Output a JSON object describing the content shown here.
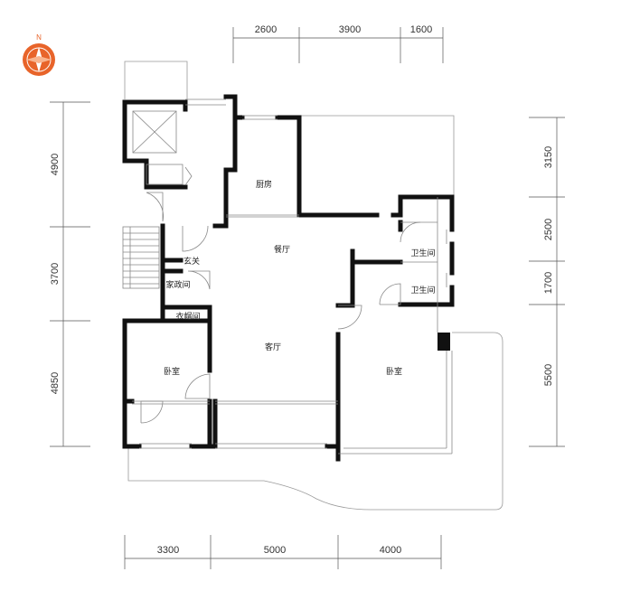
{
  "compass": {
    "label": "N",
    "color": "#e8642a"
  },
  "dimensions": {
    "top": [
      "2600",
      "3900",
      "1600"
    ],
    "bottom": [
      "3300",
      "5000",
      "4000"
    ],
    "left": [
      "4900",
      "3700",
      "4850"
    ],
    "right": [
      "3150",
      "2500",
      "1700",
      "5500"
    ]
  },
  "rooms": {
    "kitchen": "厨房",
    "dining": "餐厅",
    "entrance": "玄关",
    "utility": "家政间",
    "cloakroom": "衣帽间",
    "living": "客厅",
    "bedroom_left": "卧室",
    "bedroom_right": "卧室",
    "bathroom_1": "卫生间",
    "bathroom_2": "卫生间"
  }
}
